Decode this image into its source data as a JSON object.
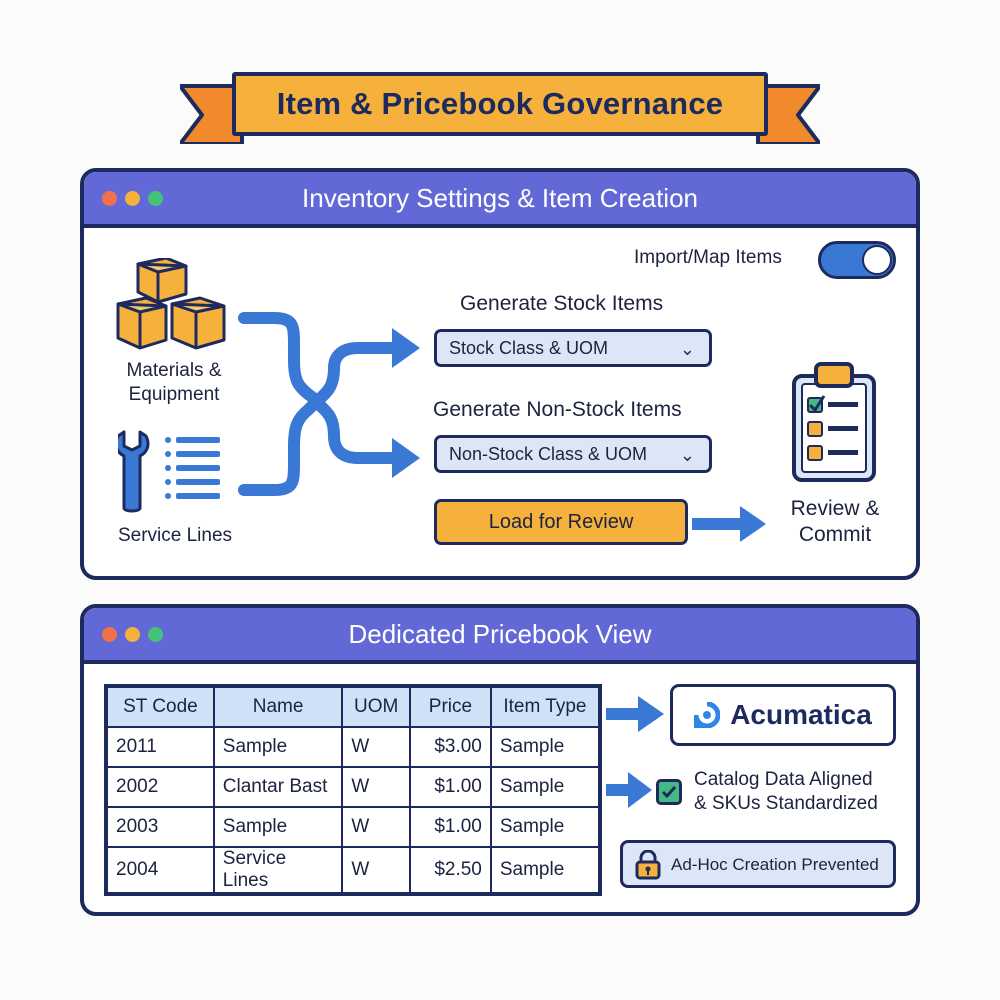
{
  "banner": {
    "title": "Item & Pricebook Governance"
  },
  "inventory_window": {
    "title": "Inventory Settings & Item Creation",
    "sources": [
      {
        "label": "Materials & Equipment",
        "icon": "boxes-icon"
      },
      {
        "label": "Service Lines",
        "icon": "wrench-list-icon"
      }
    ],
    "toggle": {
      "label": "Import/Map Items",
      "state": "on"
    },
    "stock": {
      "heading": "Generate Stock Items",
      "select_value": "Stock Class & UOM"
    },
    "nonstock": {
      "heading": "Generate Non-Stock Items",
      "select_value": "Non-Stock Class & UOM"
    },
    "load_button": "Load for Review",
    "review": {
      "label": "Review & Commit",
      "icon": "clipboard-checklist-icon"
    }
  },
  "pricebook_window": {
    "title": "Dedicated Pricebook View",
    "table": {
      "headers": [
        "ST Code",
        "Name",
        "UOM",
        "Price",
        "Item Type"
      ],
      "rows": [
        [
          "2011",
          "Sample",
          "W",
          "$3.00",
          "Sample"
        ],
        [
          "2002",
          "Clantar Bast",
          "W",
          "$1.00",
          "Sample"
        ],
        [
          "2003",
          "Sample",
          "W",
          "$1.00",
          "Sample"
        ],
        [
          "2004",
          "Service Lines",
          "W",
          "$2.50",
          "Sample"
        ]
      ]
    },
    "brand": {
      "name": "Acumatica",
      "color": "#1d4fb8"
    },
    "aligned": {
      "line1": "Catalog Data Aligned",
      "line2": "& SKUs Standardized"
    },
    "lock_note": "Ad-Hoc Creation Prevented"
  },
  "colors": {
    "navy": "#1d2a5e",
    "orange": "#f6b13c",
    "purple": "#6269d6",
    "blue": "#3a78d6",
    "green": "#45b983"
  }
}
